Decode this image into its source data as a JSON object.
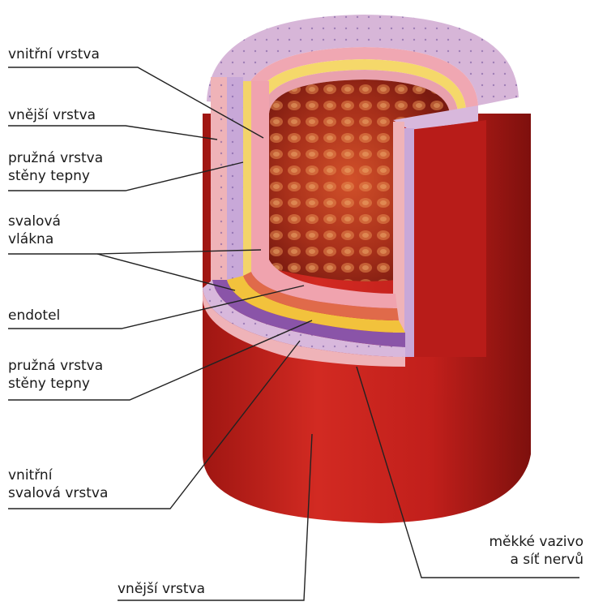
{
  "labels": {
    "vnitrni_vrstva": "vnitřní vrstva",
    "vnejsi_vrstva_top": "vnější vrstva",
    "pruzna_top_line1": "pružná vrstva",
    "pruzna_top_line2": "stěny tepny",
    "svalova_line1": "svalová",
    "svalova_line2": "vlákna",
    "endotel": "endotel",
    "pruzna_bottom_line1": "pružná vrstva",
    "pruzna_bottom_line2": "stěny tepny",
    "vnitrni_svalova_line1": "vnitřní",
    "vnitrni_svalova_line2": "svalová vrstva",
    "mekke_line1": "měkké vazivo",
    "mekke_line2": "a síť nervů",
    "vnejsi_vrstva_bottom": "vnější vrstva"
  },
  "colors": {
    "artery_red": "#c4201d",
    "artery_dark": "#8e1512",
    "lumen": "#a82a15",
    "pink_layer": "#efb3b8",
    "lilac_layer": "#cdb2d9",
    "purple_band": "#8a54a8",
    "yellow_band": "#f2c23c",
    "leader_line": "#222222"
  }
}
